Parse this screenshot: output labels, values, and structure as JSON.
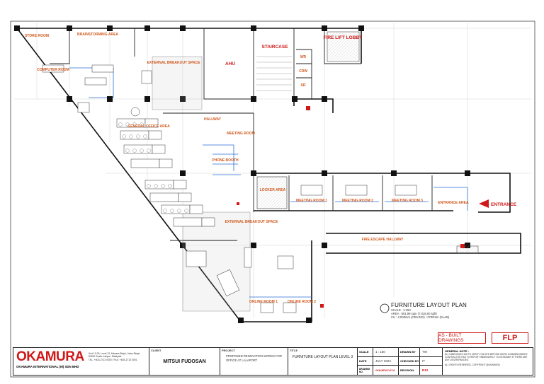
{
  "rooms": {
    "store_room": "STORE ROOM",
    "brainstorming_area": "BRAINSTORMING AREA",
    "external_breakout_top": "EXTERNAL BREAKOUT SPACE",
    "ahu": "AHU",
    "staircase": "STAIRCASE",
    "fire_lift_lobby": "FIRE LIFT LOBBY",
    "wr": "WR",
    "crw": "CRW",
    "sr": "SR",
    "computer_room": "COMPUTER ROOM",
    "general_office": "GENERAL OFFICE AREA",
    "hallway": "HALLWAY",
    "meeting_room": "MEETING ROOM",
    "phone_booth": "PHONE BOOTH",
    "locker_area": "LOCKER AREA",
    "mtg_room_1": "MEETING ROOM 1",
    "mtg_room_2": "MEETING ROOM 2",
    "mtg_room_3": "MEETING ROOM 3",
    "entrance_area": "ENTRANCE AREA",
    "entrance": "ENTRANCE",
    "fire_escape_hallway": "FIRE ESCAPE HALLWAY",
    "external_breakout_bottom": "EXTERNAL BREAKOUT SPACE",
    "online_room_1": "ONLINE ROOM 1",
    "online_room_2": "ONLINE ROOM 2"
  },
  "heading": {
    "title": "FURNITURE LAYOUT PLAN",
    "scale": "SCALE : 1:150",
    "area": "AREA : 651.99 sqm (7,018.00 sqft)",
    "ceiling": "CH : 2,500mm (CEILING) / 3700mm (SLAB)"
  },
  "stamp": "AS - BUILT DRAWINGS",
  "drawing_code": "FLP",
  "title_block": {
    "company_logo": "OKAMURA",
    "company_name": "OKAMURA INTERNATIONAL (M) SDN BHD",
    "company_address": "Unit 13-03, Level 13, Menara Binjai, Jalan Binjai, 50450 Kuala Lumpur, Malaysia.",
    "company_phone": "TEL: +603-2713 0000 / FAX: +603-2713 0001",
    "client_label": "CLIENT",
    "client": "MITSUI FUDOSAN",
    "project_label": "PROJECT",
    "project": "PROPOSED RENOVATION WORKS FOR OFFICE AT LALAPORT",
    "title_label": "TITLE",
    "title": "FURNITURE LAYOUT PLAN LEVEL 3",
    "scale_label": "SCALE",
    "scale": "1 : 150",
    "date_label": "DATE",
    "date": "JULY 2024",
    "drawing_no_label": "DRAWING NO.",
    "drawing_no": "OKM-MFM-FLP-03",
    "drawn_by_label": "DRAWN BY",
    "drawn_by": "TW",
    "checked_by_label": "CHECKED BY",
    "checked_by": "IT",
    "revision_label": "REVISION",
    "revision": "R12",
    "notes_label": "GENERAL NOTE :",
    "notes": "ALL DIMENSION HAS TO VERIFY ON SITE BEFORE WORK COMMENCEMENT. CONTRACTOR HAS TO REPORT IMMEDIATELY TO DESIGNER IF THERE ARE ANY DISCREPANCIES.",
    "copyright": "ALL RIGHTS RESERVED. COPYRIGHT @OKAMURA"
  },
  "colors": {
    "wall": "#111111",
    "room_label": "#d25a1e",
    "accent_red": "#d01818",
    "partition_blue": "#2a6fd6",
    "grid": "#999999"
  }
}
